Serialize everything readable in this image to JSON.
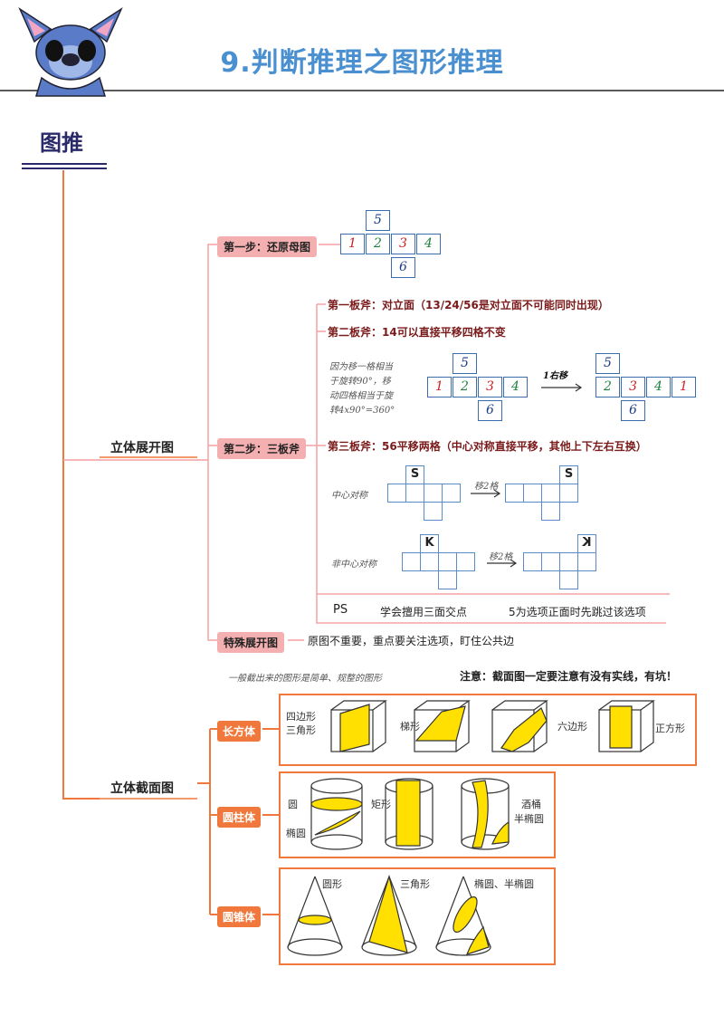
{
  "header": {
    "title": "9.判断推理之图形推理",
    "section": "图推"
  },
  "unfold": {
    "label": "立体展开图",
    "step1": {
      "label": "第一步：还原母图",
      "cells": {
        "top": "5",
        "row": [
          "1",
          "2",
          "3",
          "4"
        ],
        "bottom": "6"
      }
    },
    "step2": {
      "label": "第二步：三板斧",
      "axe1": "第一板斧：对立面（13/24/56是对立面不可能同时出现）",
      "axe2": "第二板斧：14可以直接平移四格不变",
      "note_lines": [
        "因为移一格相当",
        "于旋转90°，移",
        "动四格相当于旋",
        "转4x90°=360°"
      ],
      "before": {
        "top": "5",
        "row": [
          "1",
          "2",
          "3",
          "4"
        ],
        "bottom": "6"
      },
      "arrow_label": "1右移",
      "after": {
        "top": "5",
        "row": [
          "2",
          "3",
          "4",
          "1"
        ],
        "bottom": "6"
      },
      "axe3": "第三板斧：56平移两格（中心对称直接平移，其他上下左右互换）",
      "center_label": "中心对称",
      "center_move": "移2格",
      "center_letter": "S",
      "noncenter_label": "非中心对称",
      "noncenter_move": "移2格",
      "noncenter_letter": "K",
      "ps": "PS",
      "ps_tip1": "学会擅用三面交点",
      "ps_tip2": "5为选项正面时先跳过该选项"
    },
    "special": {
      "label": "特殊展开图",
      "desc": "原图不重要，重点要关注选项，盯住公共边"
    }
  },
  "section_cut": {
    "label": "立体截面图",
    "intro": "一般截出来的图形是简单、规整的图形",
    "warning": "注意：截面图一定要注意有没有实线，有坑！",
    "cuboid": {
      "label": "长方体",
      "shapes": [
        "四边形",
        "三角形",
        "梯形",
        "六边形",
        "正方形"
      ]
    },
    "cylinder": {
      "label": "圆柱体",
      "shapes": [
        "圆",
        "椭圆",
        "矩形",
        "酒桶",
        "半椭圆"
      ]
    },
    "cone": {
      "label": "圆锥体",
      "shapes": [
        "圆形",
        "三角形",
        "椭圆、半椭圆"
      ]
    }
  },
  "colors": {
    "title": "#4a90d0",
    "orange": "#f0783c",
    "pink": "#f4b0b0",
    "blue": "#3b6cae",
    "red": "#d02020",
    "green": "#208040",
    "yellow": "#ffe000"
  }
}
